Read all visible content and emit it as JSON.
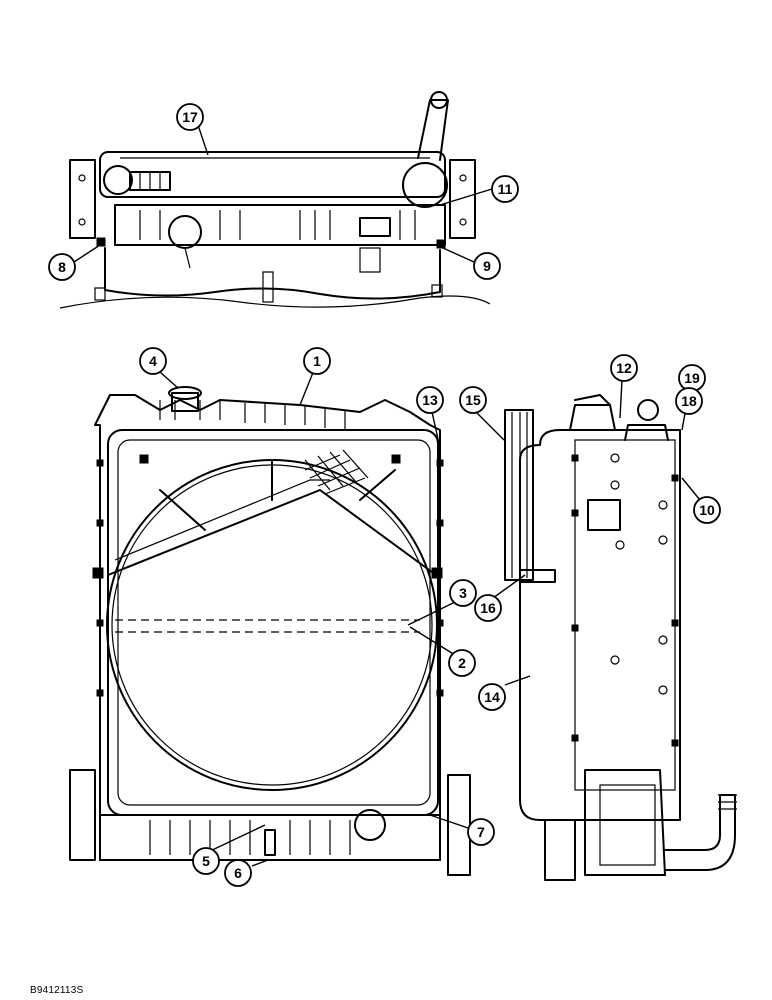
{
  "figure_code": "B9412113S",
  "callouts": {
    "c1": "1",
    "c2": "2",
    "c3": "3",
    "c4": "4",
    "c5": "5",
    "c6": "6",
    "c7": "7",
    "c8": "8",
    "c9": "9",
    "c10": "10",
    "c11": "11",
    "c12": "12",
    "c13": "13",
    "c14": "14",
    "c15": "15",
    "c16": "16",
    "c17": "17",
    "c18": "18",
    "c19": "19"
  }
}
